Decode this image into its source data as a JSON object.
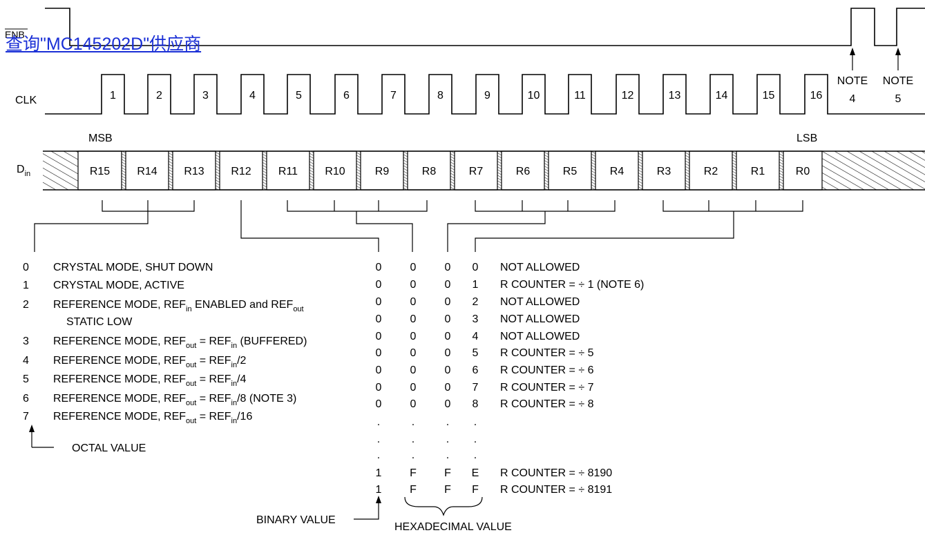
{
  "vendor_link": "查询\"MC145202D\"供应商",
  "signals": {
    "enb": "ENB",
    "clk": "CLK",
    "din_main": "D",
    "din_sub": "in"
  },
  "clock_pulse_labels": [
    "1",
    "2",
    "3",
    "4",
    "5",
    "6",
    "7",
    "8",
    "9",
    "10",
    "11",
    "12",
    "13",
    "14",
    "15",
    "16"
  ],
  "notes": [
    {
      "top": "NOTE",
      "bottom": "4"
    },
    {
      "top": "NOTE",
      "bottom": "5"
    }
  ],
  "msb": "MSB",
  "lsb": "LSB",
  "bits": [
    "R15",
    "R14",
    "R13",
    "R12",
    "R11",
    "R10",
    "R9",
    "R8",
    "R7",
    "R6",
    "R5",
    "R4",
    "R3",
    "R2",
    "R1",
    "R0"
  ],
  "octal_table": [
    {
      "code": "0",
      "text": "CRYSTAL MODE, SHUT DOWN"
    },
    {
      "code": "1",
      "text": "CRYSTAL MODE, ACTIVE"
    },
    {
      "code": "2",
      "parts": [
        [
          "REFERENCE MODE, REF",
          ""
        ],
        [
          "in",
          "sub"
        ],
        [
          " ENABLED and REF",
          ""
        ],
        [
          "out",
          "sub"
        ]
      ]
    },
    {
      "code": "",
      "text": "STATIC LOW",
      "indent": true
    },
    {
      "code": "3",
      "parts": [
        [
          "REFERENCE MODE, REF",
          ""
        ],
        [
          "out",
          "sub"
        ],
        [
          " = REF",
          ""
        ],
        [
          "in",
          "sub"
        ],
        [
          " (BUFFERED)",
          ""
        ]
      ]
    },
    {
      "code": "4",
      "parts": [
        [
          "REFERENCE MODE, REF",
          ""
        ],
        [
          "out",
          "sub"
        ],
        [
          " = REF",
          ""
        ],
        [
          "in",
          "sub"
        ],
        [
          "/2",
          ""
        ]
      ]
    },
    {
      "code": "5",
      "parts": [
        [
          "REFERENCE MODE, REF",
          ""
        ],
        [
          "out",
          "sub"
        ],
        [
          " = REF",
          ""
        ],
        [
          "in",
          "sub"
        ],
        [
          "/4",
          ""
        ]
      ]
    },
    {
      "code": "6",
      "parts": [
        [
          "REFERENCE MODE, REF",
          ""
        ],
        [
          "out",
          "sub"
        ],
        [
          " = REF",
          ""
        ],
        [
          "in",
          "sub"
        ],
        [
          "/8 (NOTE 3)",
          ""
        ]
      ]
    },
    {
      "code": "7",
      "parts": [
        [
          "REFERENCE MODE, REF",
          ""
        ],
        [
          "out",
          "sub"
        ],
        [
          " = REF",
          ""
        ],
        [
          "in",
          "sub"
        ],
        [
          "/16",
          ""
        ]
      ]
    }
  ],
  "octal_value_label": "OCTAL VALUE",
  "hex_table": [
    {
      "digits": [
        "0",
        "0",
        "0",
        "0"
      ],
      "desc": "NOT ALLOWED"
    },
    {
      "digits": [
        "0",
        "0",
        "0",
        "1"
      ],
      "desc": "R COUNTER = ÷ 1 (NOTE 6)"
    },
    {
      "digits": [
        "0",
        "0",
        "0",
        "2"
      ],
      "desc": "NOT ALLOWED"
    },
    {
      "digits": [
        "0",
        "0",
        "0",
        "3"
      ],
      "desc": "NOT ALLOWED"
    },
    {
      "digits": [
        "0",
        "0",
        "0",
        "4"
      ],
      "desc": "NOT ALLOWED"
    },
    {
      "digits": [
        "0",
        "0",
        "0",
        "5"
      ],
      "desc": "R COUNTER = ÷ 5"
    },
    {
      "digits": [
        "0",
        "0",
        "0",
        "6"
      ],
      "desc": "R COUNTER = ÷ 6"
    },
    {
      "digits": [
        "0",
        "0",
        "0",
        "7"
      ],
      "desc": "R COUNTER = ÷ 7"
    },
    {
      "digits": [
        "0",
        "0",
        "0",
        "8"
      ],
      "desc": "R COUNTER = ÷ 8"
    },
    {
      "digits": [
        ".",
        ".",
        ".",
        "."
      ],
      "desc": ""
    },
    {
      "digits": [
        ".",
        ".",
        ".",
        "."
      ],
      "desc": ""
    },
    {
      "digits": [
        ".",
        ".",
        ".",
        "."
      ],
      "desc": ""
    },
    {
      "digits": [
        "1",
        "F",
        "F",
        "E"
      ],
      "desc": "R COUNTER = ÷ 8190"
    },
    {
      "digits": [
        "1",
        "F",
        "F",
        "F"
      ],
      "desc": "R COUNTER = ÷ 8191"
    }
  ],
  "binary_value_label": "BINARY VALUE",
  "hex_value_label": "HEXADECIMAL VALUE"
}
